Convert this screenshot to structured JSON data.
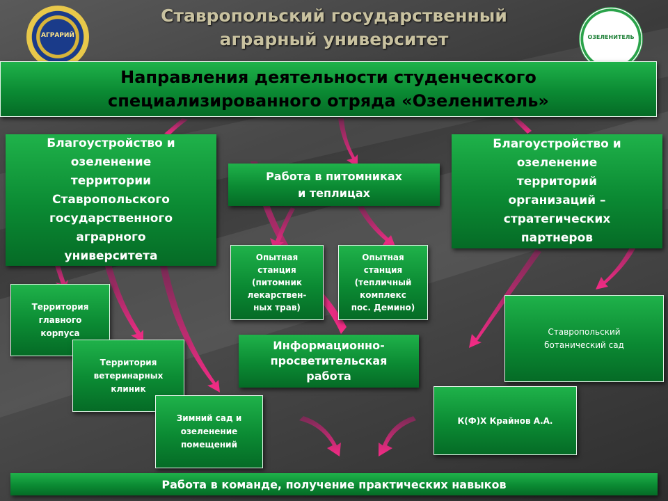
{
  "header": {
    "university_line1": "Ставропольский государственный",
    "university_line2": "аграрный университет",
    "logo_left_text": "АГРАРИЙ",
    "logo_right_text": "ОЗЕЛЕНИТЕЛЬ"
  },
  "title": {
    "line1": "Направления деятельности студенческого",
    "line2": "специализированного отряда «Озеленитель»"
  },
  "branches": {
    "left": [
      "Благоустройство и",
      "озеленение",
      "территории",
      "Ставропольского",
      "государственного",
      "аграрного",
      "университета"
    ],
    "middle": [
      "Работа в питомниках",
      "и теплицах"
    ],
    "right": [
      "Благоустройство и",
      "озеленение",
      "территорий",
      "организаций –",
      "стратегических",
      "партнеров"
    ]
  },
  "stations": {
    "s1": [
      "Опытная",
      "станция",
      "(питомник",
      "лекарствен-",
      "ных трав)"
    ],
    "s2": [
      "Опытная",
      "станция",
      "(тепличный",
      "комплекс",
      "пос. Демино)"
    ]
  },
  "info": [
    "Информационно-",
    "просветительская",
    "работа"
  ],
  "territories": {
    "t1": [
      "Территория",
      "главного",
      "корпуса"
    ],
    "t2": [
      "Территория",
      "ветеринарных",
      "клиник"
    ],
    "t3": [
      "Зимний сад и",
      "озеленение",
      "помещений"
    ]
  },
  "partners": {
    "botanic": [
      "Ставропольский",
      "ботанический сад"
    ],
    "kfh": "К(Ф)Х Крайнов А.А."
  },
  "footer": "Работа в команде, получение практических навыков",
  "colors": {
    "box_green": "#0b8a33",
    "arrow_magenta": "#e0157a",
    "title_text": "#c9c2a0"
  }
}
